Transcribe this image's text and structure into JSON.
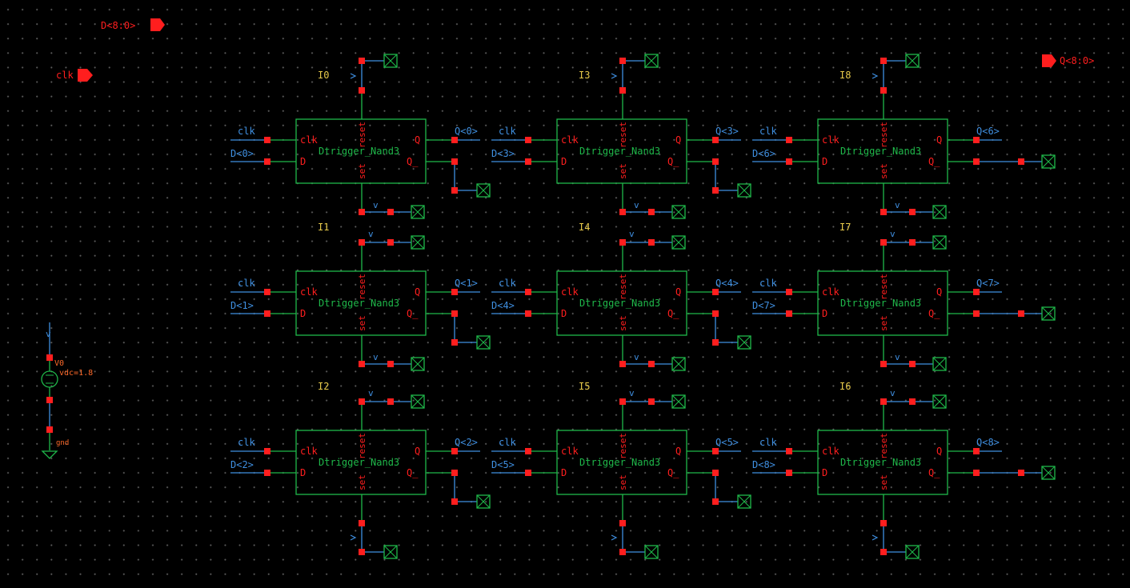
{
  "schematic": {
    "pins": {
      "input_d": "D<8:0>",
      "input_clk": "clk",
      "output_q": "Q<8:0>"
    },
    "source": {
      "instance": "V0",
      "param": "vdc=1.8",
      "ground_label": "gnd",
      "supply_label": "v"
    },
    "cell": {
      "name": "Dtrigger_Nand3",
      "pin_clk": "clk",
      "pin_d": "D",
      "pin_q": "Q",
      "pin_qb": "Q_",
      "pin_reset": "reset",
      "pin_set": "set"
    },
    "net_clk": "clk",
    "net_v": "v",
    "instances": [
      {
        "id": "I0",
        "d": "D<0>",
        "q": "Q<0>"
      },
      {
        "id": "I1",
        "d": "D<1>",
        "q": "Q<1>"
      },
      {
        "id": "I2",
        "d": "D<2>",
        "q": "Q<2>"
      },
      {
        "id": "I3",
        "d": "D<3>",
        "q": "Q<3>"
      },
      {
        "id": "I4",
        "d": "D<4>",
        "q": "Q<4>"
      },
      {
        "id": "I5",
        "d": "D<5>",
        "q": "Q<5>"
      },
      {
        "id": "I6",
        "d": "D<8>",
        "q": "Q<8>"
      },
      {
        "id": "I7",
        "d": "D<7>",
        "q": "Q<7>"
      },
      {
        "id": "I8",
        "d": "D<6>",
        "q": "Q<6>"
      }
    ]
  },
  "colors": {
    "background": "#000000",
    "wire": "#3f8fe0",
    "component": "#1fb84a",
    "pin": "#ff1e1e",
    "instance_label": "#e6c94a",
    "source_label": "#ff6a2a"
  }
}
